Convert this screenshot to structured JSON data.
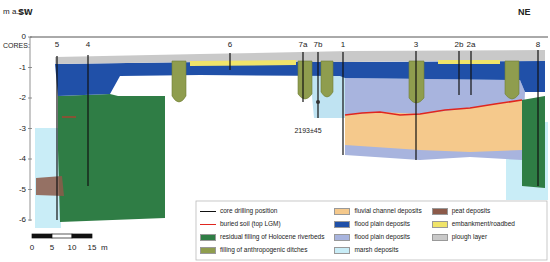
{
  "diagram": {
    "labels": [
      "m a.s.l.",
      "SW",
      "NE",
      "0",
      "-1",
      "-2",
      "-3",
      "-4",
      "-5",
      "-6",
      "CORES:",
      "5",
      "4",
      "6",
      "7a",
      "7b",
      "1",
      "3",
      "2b",
      "2a",
      "8",
      "2193±45",
      "0",
      "5",
      "10",
      "15",
      "m"
    ],
    "legend": [
      {
        "text": "core drilling position"
      },
      {
        "text": "buried soil (top LGM)"
      },
      {
        "text": "residual filling of Holocene riverbeds",
        "color": "#2f7d45"
      },
      {
        "text": "filling of anthropogenic ditches",
        "color": "#8f9d4e"
      },
      {
        "text": "fluvial channel deposits",
        "color": "#f5c98c"
      },
      {
        "text": "flood plain deposits",
        "color": "#2050a8"
      },
      {
        "text": "flood plain deposits",
        "color": "#a8b4de"
      },
      {
        "text": "marsh deposits",
        "color": "#c9edf7"
      },
      {
        "text": "peat deposits",
        "color": "#8c5a4a"
      },
      {
        "text": "embankment/roadbed",
        "color": "#f0e46a"
      },
      {
        "text": "plough layer",
        "color": "#c9c9c9"
      }
    ]
  }
}
